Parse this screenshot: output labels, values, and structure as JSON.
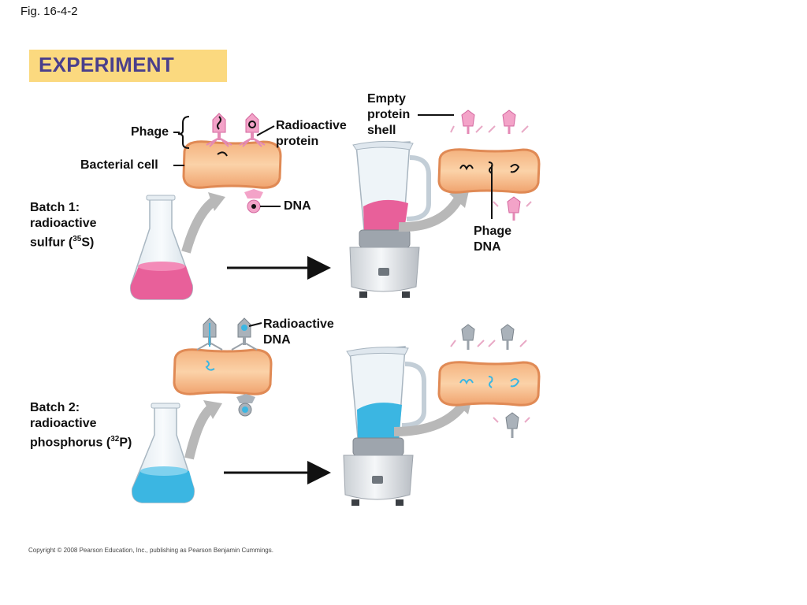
{
  "figure_label": "Fig. 16-4-2",
  "title": "EXPERIMENT",
  "labels": {
    "phage": "Phage",
    "bacterial_cell": "Bacterial cell",
    "radioactive_protein": [
      "Radioactive",
      "protein"
    ],
    "dna": "DNA",
    "empty_protein_shell": [
      "Empty",
      "protein",
      "shell"
    ],
    "phage_dna": [
      "Phage",
      "DNA"
    ],
    "radioactive_dna": [
      "Radioactive",
      "DNA"
    ]
  },
  "batch1": {
    "line1": "Batch 1:",
    "line2": "radioactive",
    "line3_prefix": "sulfur (",
    "isotope_mass": "35",
    "isotope_symbol": "S)"
  },
  "batch2": {
    "line1": "Batch 2:",
    "line2": "radioactive",
    "line3_prefix": "phosphorus (",
    "isotope_mass": "32",
    "isotope_symbol": "P)"
  },
  "colors": {
    "title_bg": "#fbd97f",
    "title_text": "#4a3f8c",
    "cell_fill": "#f7c08f",
    "cell_border": "#e08a55",
    "sulfur_pink": "#e8609a",
    "phosphorus_blue": "#3bb6e2",
    "arrow_gray": "#b5b5b5"
  },
  "copyright": "Copyright © 2008 Pearson Education, Inc., publishing as Pearson Benjamin Cummings."
}
